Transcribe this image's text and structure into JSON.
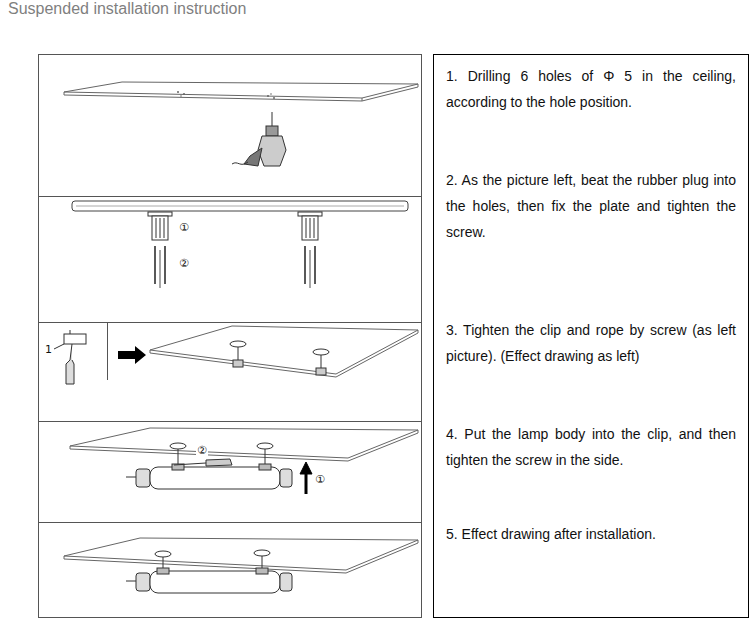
{
  "diagram": {
    "title": "Suspended installation instruction",
    "nodes": [
      {
        "text": [
          "1. Drilling 6 holes of Φ 5 in the ceiling, according to the hole position.",
          "2. As the picture left, beat the rubber plug into the holes, then fix the plate and tighten the screw.",
          "3. Tighten the clip and rope by screw (as left picture). (Effect drawing as left)",
          "4. Put the lamp body into the clip, and then tighten the screw in the side.",
          "5. Effect drawing after installation."
        ]
      }
    ],
    "labels": [
      "①",
      "②",
      "1",
      "②",
      "①"
    ]
  }
}
